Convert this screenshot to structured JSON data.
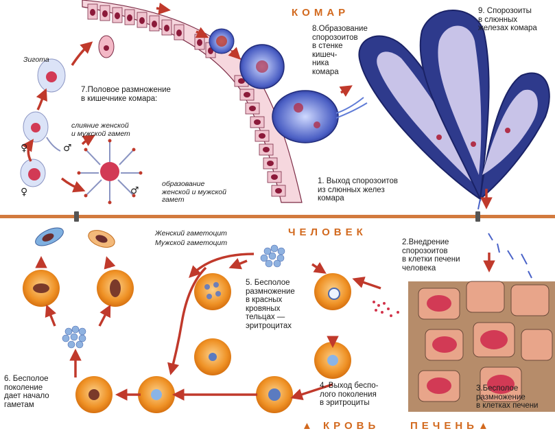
{
  "sections": {
    "mosquito": "КОМАР",
    "human": "ЧЕЛОВЕК",
    "blood": "КРОВЬ",
    "liver": "ПЕЧЕНЬ"
  },
  "labels": {
    "zygote": "Зигота",
    "step7": "7.Половое размножение\nв кишечнике комара:",
    "fusion": "слияние женской\nи мужской гамет",
    "gamete_formation": "образование\nженской и мужской\nгамет",
    "step8": "8.Образование\nспорозоитов\nв стенке\nкишеч-\nника\nкомара",
    "step9": "9. Спорозоиты\nв слюнных\nжелезах комара",
    "step1": "1. Выход спорозоитов\nиз слюнных желез\nкомара",
    "female_gametocyte": "Женский гаметоцит",
    "male_gametocyte": "Мужской гаметоцит",
    "step2": "2.Внедрение\nспорозоитов\nв клетки печени\nчеловека",
    "step5": "5. Бесполое\nразмножение\nв красных\nкровяных\nтельцах —\nэритроцитах",
    "step4": "4. Выход беспо-\nлого поколения\nв эритроциты",
    "step6": "6. Бесполое\nпоколение\nдает начало\nгаметам",
    "step3": "3.Бесполое\nразмножение\nв клетках печени"
  },
  "symbols": {
    "female": "♀",
    "male": "♂",
    "triangle": "▲"
  },
  "colors": {
    "arrow": "#c0392b",
    "divider": "#d27a3e",
    "section_text": "#d2691e",
    "gut_cell": "#f3cfd6",
    "nucleus": "#8b1a3a",
    "gland": "#2e3a8c",
    "gland_inner": "#c8c3e8",
    "erythrocyte": "#e98a1c",
    "liver_cell": "#b68c6a"
  }
}
